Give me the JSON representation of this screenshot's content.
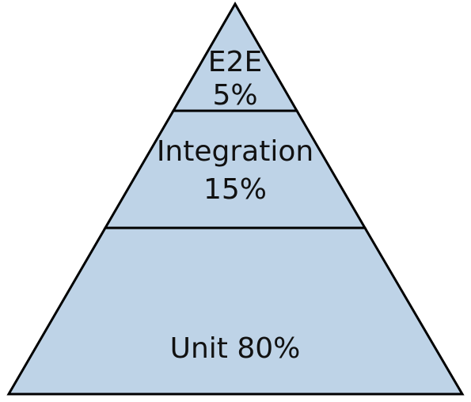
{
  "colors": {
    "fill": "#bed3e7",
    "stroke": "#000000",
    "text": "#111111"
  },
  "pyramid": {
    "tiers": [
      {
        "id": "e2e",
        "name": "E2E",
        "percent": "5%"
      },
      {
        "id": "integration",
        "name": "Integration",
        "percent": "15%"
      },
      {
        "id": "unit",
        "label": "Unit 80%"
      }
    ]
  }
}
